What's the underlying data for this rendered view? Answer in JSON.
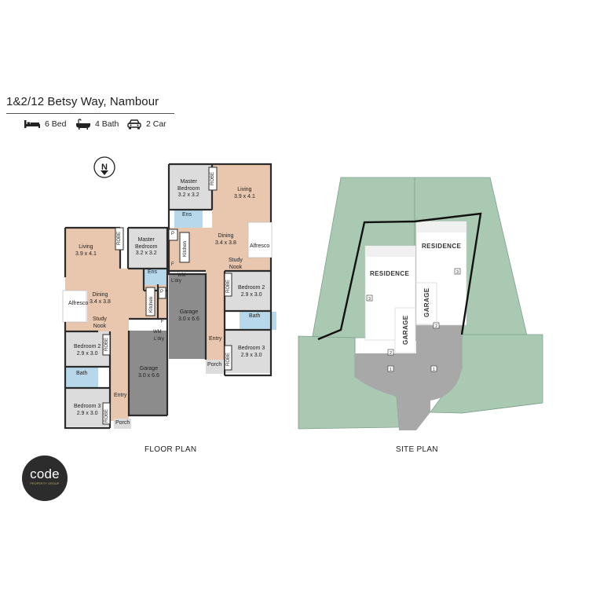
{
  "listing": {
    "address": "1&2/12 Betsy Way, Nambour",
    "features": [
      {
        "icon": "bed-icon",
        "label": "6 Bed"
      },
      {
        "icon": "bath-icon",
        "label": "4 Bath"
      },
      {
        "icon": "car-icon",
        "label": "2 Car"
      }
    ]
  },
  "compass": {
    "label": "N"
  },
  "floor_plan": {
    "caption": "FLOOR PLAN",
    "unit_left": {
      "living": {
        "name": "Living",
        "size": "3.9 x 4.1"
      },
      "master": {
        "name": "Master",
        "name2": "Bedroom",
        "size": "3.2 x 3.2"
      },
      "robe_master": "ROBE",
      "ens": "Ens",
      "dining": {
        "name": "Dining",
        "size": "3.4 x 3.8"
      },
      "kitchen": "Kitchen",
      "pantry": "P",
      "fridge": "F",
      "ldry": "L'dry",
      "wm": "WM",
      "alfresco": "Alfresco",
      "study": {
        "name": "Study",
        "name2": "Nook"
      },
      "bed2": {
        "name": "Bedroom 2",
        "size": "2.9 x 3.0"
      },
      "robe_bed2": "ROBE",
      "bath": "Bath",
      "bed3": {
        "name": "Bedroom 3",
        "size": "2.9 x 3.0"
      },
      "robe_bed3": "ROBE",
      "garage": {
        "name": "Garage",
        "size": "3.0 x 6.6"
      },
      "entry": "Entry",
      "porch": "Porch"
    },
    "unit_right": {
      "master": {
        "name": "Master",
        "name2": "Bedroom",
        "size": "3.2 x 3.2"
      },
      "robe_master": "ROBE",
      "living": {
        "name": "Living",
        "size": "3.9 x 4.1"
      },
      "ens": "Ens",
      "dining": {
        "name": "Dining",
        "size": "3.4 x 3.8"
      },
      "kitchen": "Kitchen",
      "pantry": "P",
      "fridge": "F",
      "ldry": "L'dry",
      "wm": "WM",
      "alfresco": "Alfresco",
      "study": {
        "name": "Study",
        "name2": "Nook"
      },
      "bed2": {
        "name": "Bedroom 2",
        "size": "2.9 x 3.0"
      },
      "robe_bed2": "ROBE",
      "bath": "Bath",
      "bed3": {
        "name": "Bedroom 3",
        "size": "2.9 x 3.0"
      },
      "robe_bed3": "ROBE",
      "garage": {
        "name": "Garage",
        "size": "3.0 x 6.6"
      },
      "entry": "Entry",
      "porch": "Porch"
    }
  },
  "site_plan": {
    "caption": "SITE PLAN",
    "residence_left": "RESIDENCE",
    "residence_right": "RESIDENCE",
    "garage_left": "GARAGE",
    "garage_right": "GARAGE",
    "markers": [
      "1",
      "1",
      "2",
      "2",
      "3",
      "3"
    ]
  },
  "logo": {
    "name": "code",
    "tagline": "PROPERTY GROUP"
  },
  "colors": {
    "wood_floor": "#e9c7af",
    "tile_floor": "#dcdcdc",
    "garage_floor": "#8c8c8c",
    "wet_area": "#b6d8ea",
    "lawn": "#a9c9b3",
    "driveway": "#a8a8a8",
    "walls": "#2b2b2b"
  }
}
